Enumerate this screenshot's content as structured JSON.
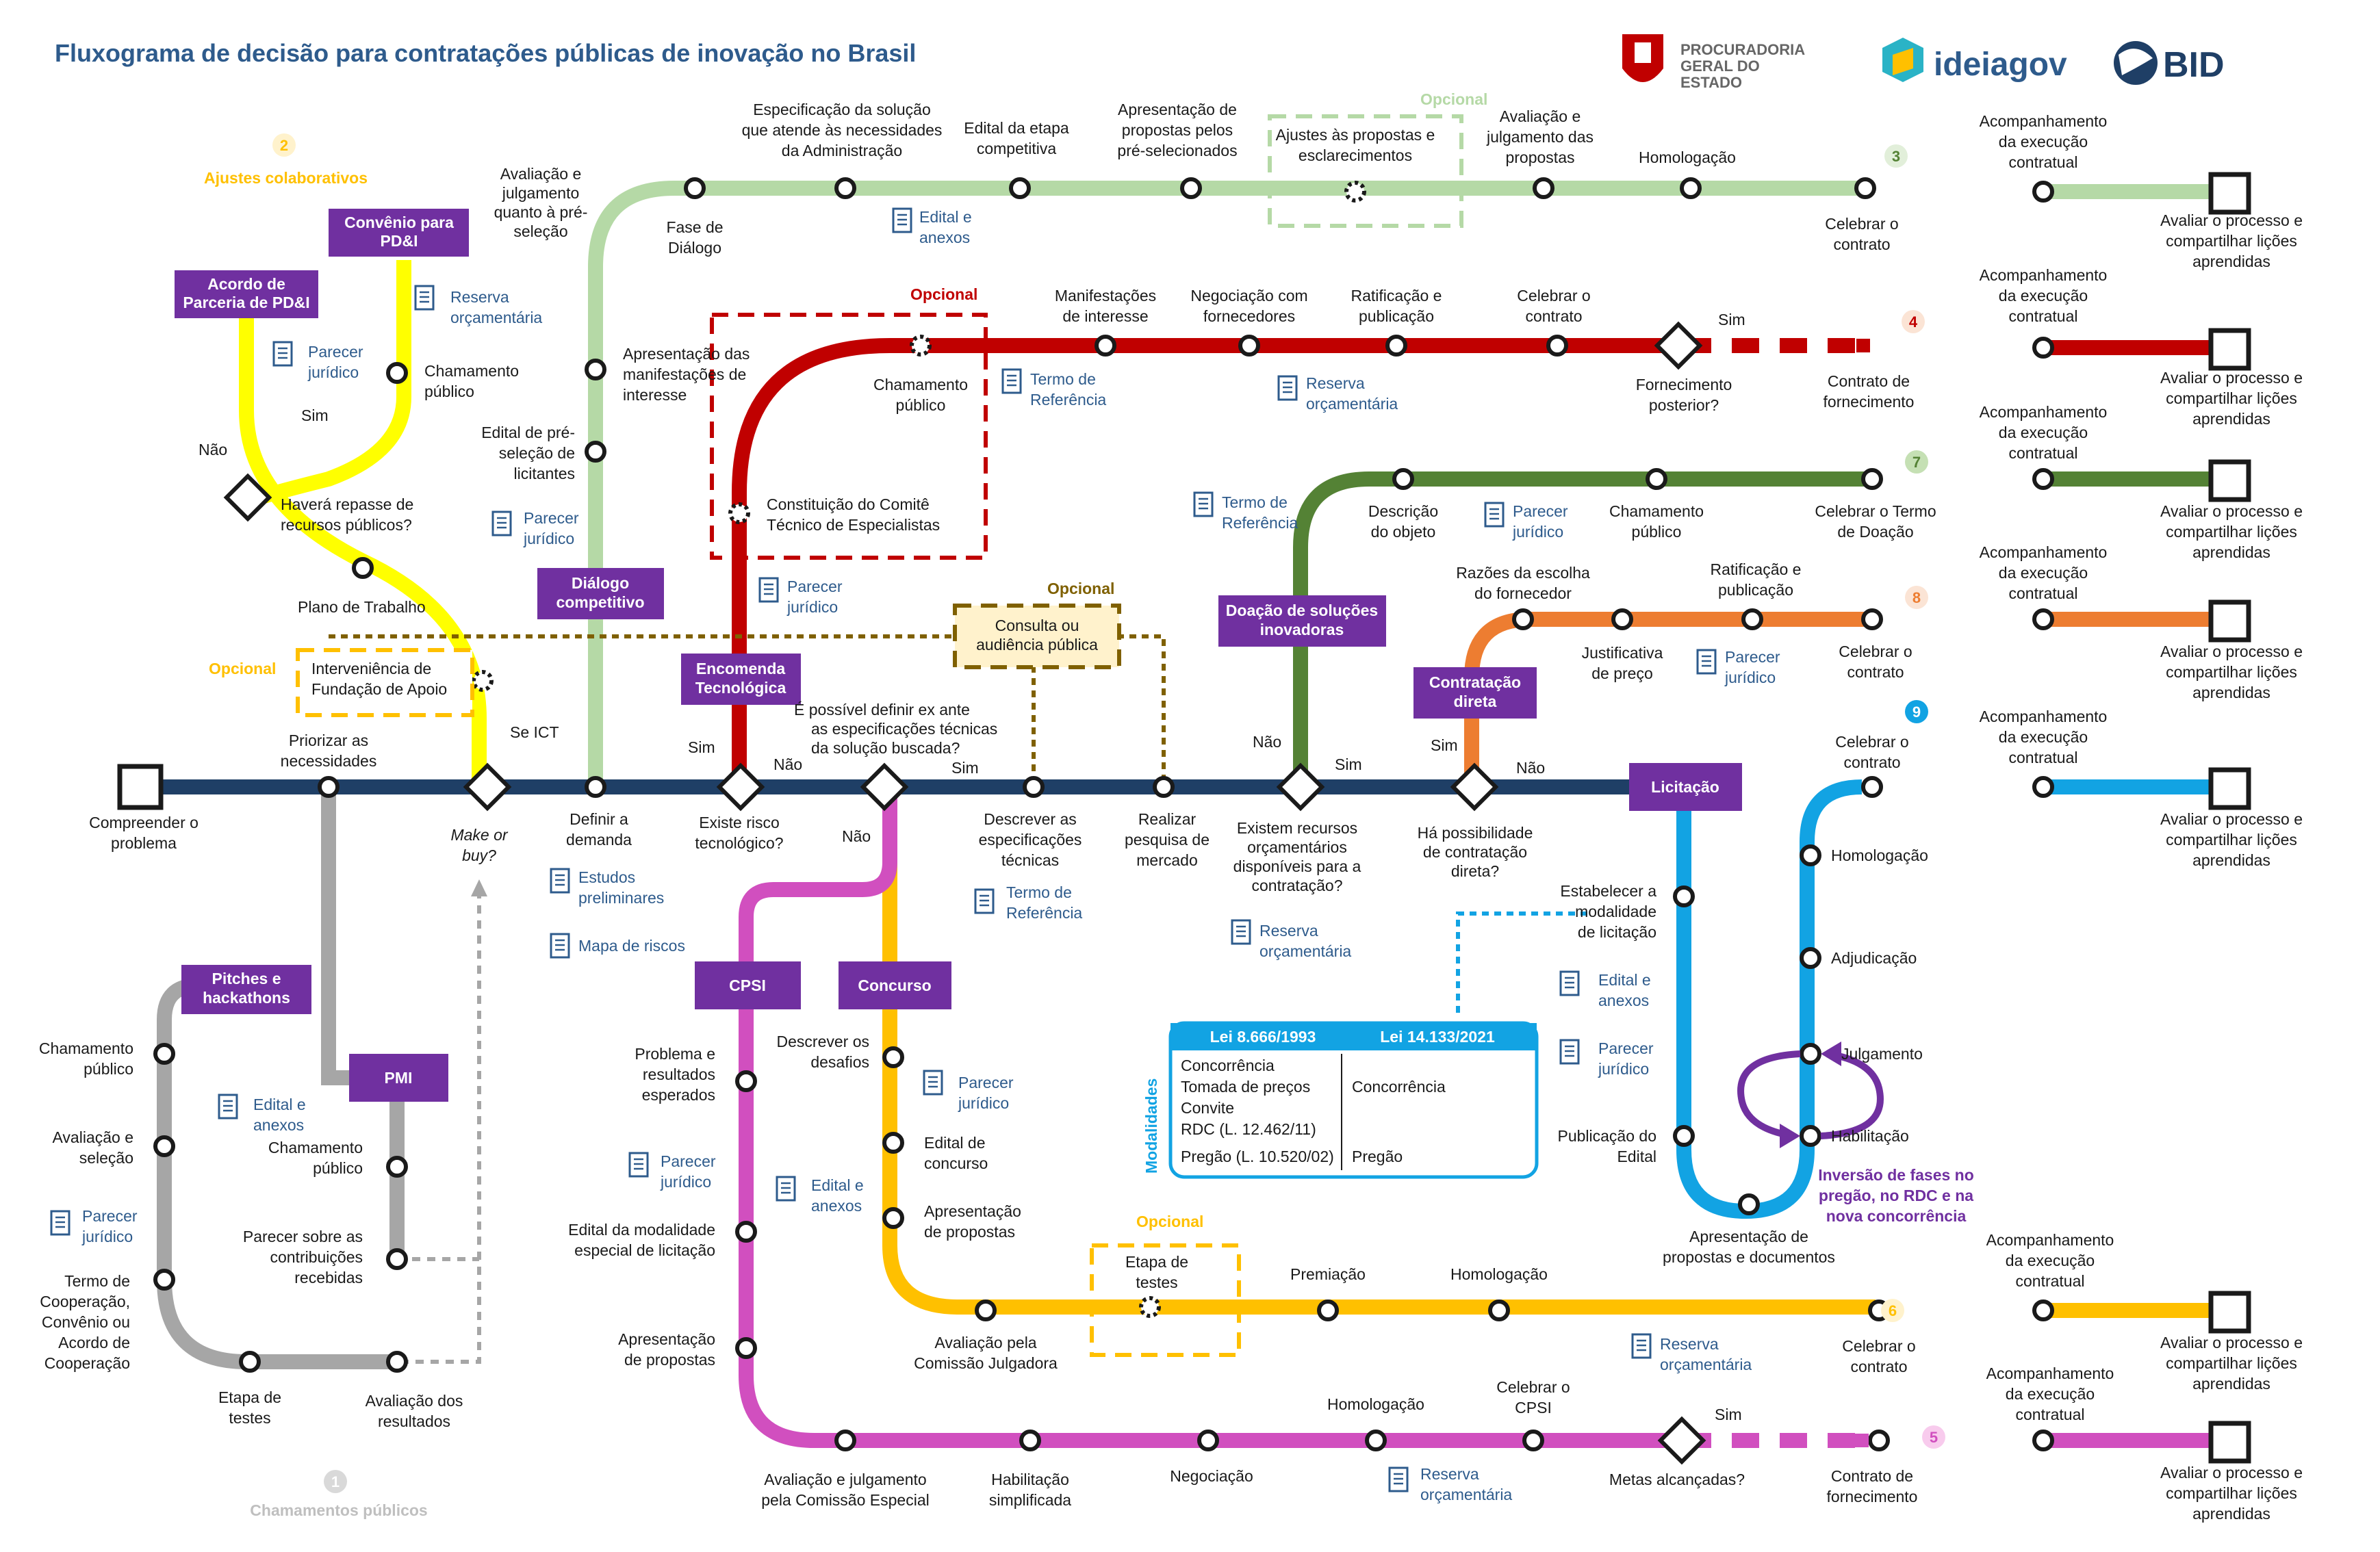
{
  "header": {
    "title": "Fluxograma de decisão para contratações públicas de inovação no Brasil",
    "logo_pge": [
      "PROCURADORIA",
      "GERAL DO",
      "ESTADO"
    ],
    "logo_ideiagov": "ideiagov",
    "logo_bid": "BID"
  },
  "colors": {
    "main": "#1f3f66",
    "green_light": "#b5d9a6",
    "red": "#c00000",
    "green_dark": "#548235",
    "orange": "#ed7d31",
    "blue": "#12a3e3",
    "yellow": "#ffc000",
    "magenta": "#d14fbf",
    "gray": "#a6a6a6",
    "bright_yellow": "#ffff00",
    "purple": "#7030a0",
    "doc_blue": "#2e5b8c"
  },
  "main_line": {
    "start": [
      "Compreender o",
      "problema"
    ],
    "prioritize": [
      "Priorizar as",
      "necessidades"
    ],
    "make_or_buy": [
      "Make or",
      "buy?"
    ],
    "se_ict": "Se ICT",
    "define": [
      "Definir a",
      "demanda"
    ],
    "studies": [
      "Estudos",
      "preliminares"
    ],
    "risk_map": "Mapa de riscos",
    "tech_risk": [
      "Existe risco",
      "tecnológico?"
    ],
    "sim": "Sim",
    "nao": "Não",
    "spec_question": [
      "É possível definir ex ante",
      "as especificações técnicas",
      "da solução buscada?"
    ],
    "describe_specs": [
      "Descrever as",
      "especificações",
      "técnicas"
    ],
    "term_ref": [
      "Termo de",
      "Referência"
    ],
    "market_research": [
      "Realizar",
      "pesquisa de",
      "mercado"
    ],
    "budget_question": [
      "Existem recursos",
      "orçamentários",
      "disponíveis para a",
      "contratação?"
    ],
    "budget_reserve": [
      "Reserva",
      "orçamentária"
    ],
    "direct_question": [
      "Há possibilidade",
      "de contratação",
      "direta?"
    ]
  },
  "boxes": {
    "acordo": [
      "Acordo de",
      "Parceria de PD&I"
    ],
    "convenio": [
      "Convênio para",
      "PD&I"
    ],
    "dialogo": [
      "Diálogo",
      "competitivo"
    ],
    "encomenda": [
      "Encomenda",
      "Tecnológica"
    ],
    "doacao": [
      "Doação de soluções",
      "inovadoras"
    ],
    "contratacao_direta": [
      "Contratação",
      "direta"
    ],
    "licitacao": "Licitação",
    "pitches": [
      "Pitches e",
      "hackathons"
    ],
    "pmi": "PMI",
    "cpsi": "CPSI",
    "concurso": "Concurso"
  },
  "yellow_branch": {
    "num": "2",
    "label": "Ajustes colaborativos",
    "question": [
      "Haverá repasse de",
      "recursos públicos?"
    ],
    "nao": "Não",
    "sim": "Sim",
    "parecer": [
      "Parecer",
      "jurídico"
    ],
    "reserva": [
      "Reserva",
      "orçamentária"
    ],
    "chamamento": [
      "Chamamento",
      "público"
    ],
    "plano": "Plano de Trabalho",
    "opcional": "Opcional",
    "fundacao": [
      "Interveniência de",
      "Fundação de Apoio"
    ]
  },
  "line3": {
    "num": "3",
    "avaliacao_pre": [
      "Avaliação e",
      "julgamento",
      "quanto à pré-",
      "seleção"
    ],
    "spec": [
      "Especificação da solução",
      "que atende às necessidades",
      "da Administração"
    ],
    "fase_dialogo": [
      "Fase de",
      "Diálogo"
    ],
    "edital_etapa": [
      "Edital da etapa",
      "competitiva"
    ],
    "edital_anexos": [
      "Edital e",
      "anexos"
    ],
    "apresentacao": [
      "Apresentação de",
      "propostas pelos",
      "pré-selecionados"
    ],
    "opcional": "Opcional",
    "ajustes": [
      "Ajustes às propostas e",
      "esclarecimentos"
    ],
    "avaliacao": [
      "Avaliação e",
      "julgamento das",
      "propostas"
    ],
    "homologacao": "Homologação",
    "celebrar": [
      "Celebrar o",
      "contrato"
    ],
    "manifestacoes": [
      "Apresentação das",
      "manifestações de",
      "interesse"
    ],
    "edital_pre": [
      "Edital de pré-",
      "seleção de",
      "licitantes"
    ],
    "parecer": [
      "Parecer",
      "jurídico"
    ]
  },
  "line4": {
    "num": "4",
    "opcional": "Opcional",
    "chamamento": [
      "Chamamento",
      "público"
    ],
    "comite": [
      "Constituição do Comitê",
      "Técnico de Especialistas"
    ],
    "parecer": [
      "Parecer",
      "jurídico"
    ],
    "termo": [
      "Termo de",
      "Referência"
    ],
    "manifestacoes": [
      "Manifestações",
      "de interesse"
    ],
    "negociacao": [
      "Negociação com",
      "fornecedores"
    ],
    "reserva": [
      "Reserva",
      "orçamentária"
    ],
    "ratificacao": [
      "Ratificação e",
      "publicação"
    ],
    "celebrar": [
      "Celebrar o",
      "contrato"
    ],
    "fornecimento_q": [
      "Fornecimento",
      "posterior?"
    ],
    "sim": "Sim",
    "contrato_forn": [
      "Contrato de",
      "fornecimento"
    ]
  },
  "consulta": {
    "opcional": "Opcional",
    "label": [
      "Consulta ou",
      "audiência pública"
    ]
  },
  "line7": {
    "num": "7",
    "termo": [
      "Termo de",
      "Referência"
    ],
    "descricao": [
      "Descrição",
      "do objeto"
    ],
    "parecer": [
      "Parecer",
      "jurídico"
    ],
    "chamamento": [
      "Chamamento",
      "público"
    ],
    "celebrar": [
      "Celebrar o Termo",
      "de Doação"
    ]
  },
  "line8": {
    "num": "8",
    "razoes": [
      "Razões da escolha",
      "do fornecedor"
    ],
    "justificativa": [
      "Justificativa",
      "de preço"
    ],
    "ratificacao": [
      "Ratificação e",
      "publicação"
    ],
    "parecer": [
      "Parecer",
      "jurídico"
    ],
    "celebrar": [
      "Celebrar o",
      "contrato"
    ]
  },
  "line9": {
    "num": "9",
    "celebrar": [
      "Celebrar o",
      "contrato"
    ],
    "estabelecer": [
      "Estabelecer a",
      "modalidade",
      "de licitação"
    ],
    "edital": [
      "Edital e",
      "anexos"
    ],
    "parecer": [
      "Parecer",
      "jurídico"
    ],
    "publicacao": [
      "Publicação do",
      "Edital"
    ],
    "apresentacao": [
      "Apresentação de",
      "propostas e documentos"
    ],
    "homologacao": "Homologação",
    "adjudicacao": "Adjudicação",
    "julgamento": "Julgamento",
    "habilitacao": "Habilitação",
    "inversao": [
      "Inversão de fases no",
      "pregão, no RDC e na",
      "nova concorrência"
    ]
  },
  "modalidades": {
    "side": "Modalidades",
    "col1_head": "Lei 8.666/1993",
    "col2_head": "Lei 14.133/2021",
    "col1": [
      "Concorrência",
      "Tomada de preços",
      "Convite",
      "RDC (L. 12.462/11)",
      "Pregão (L. 10.520/02)"
    ],
    "col2": [
      "Concorrência",
      "Pregão"
    ]
  },
  "line6": {
    "num": "6",
    "descrever": [
      "Descrever os",
      "desafios"
    ],
    "parecer": [
      "Parecer",
      "jurídico"
    ],
    "edital_concurso": [
      "Edital de",
      "concurso"
    ],
    "apresentacao": [
      "Apresentação",
      "de propostas"
    ],
    "avaliacao": [
      "Avaliação pela",
      "Comissão Julgadora"
    ],
    "opcional": "Opcional",
    "etapa_testes": [
      "Etapa de",
      "testes"
    ],
    "premiacao": "Premiação",
    "homologacao": "Homologação",
    "reserva": [
      "Reserva",
      "orçamentária"
    ],
    "celebrar": [
      "Celebrar o",
      "contrato"
    ]
  },
  "line5": {
    "num": "5",
    "problema": [
      "Problema e",
      "resultados",
      "esperados"
    ],
    "parecer": [
      "Parecer",
      "jurídico"
    ],
    "edital": [
      "Edital e",
      "anexos"
    ],
    "edital_modalidade": [
      "Edital da modalidade",
      "especial de  licitação"
    ],
    "apresentacao": [
      "Apresentação",
      "de propostas"
    ],
    "avaliacao": [
      "Avaliação e julgamento",
      "pela Comissão Especial"
    ],
    "habilitacao": [
      "Habilitação",
      "simplificada"
    ],
    "negociacao": "Negociação",
    "homologacao": "Homologação",
    "celebrar": [
      "Celebrar o",
      "CPSI"
    ],
    "reserva": [
      "Reserva",
      "orçamentária"
    ],
    "metas": "Metas alcançadas?",
    "sim": "Sim",
    "contrato_forn": [
      "Contrato de",
      "fornecimento"
    ]
  },
  "line1": {
    "num": "1",
    "label": "Chamamentos públicos",
    "chamamento": [
      "Chamamento",
      "público"
    ],
    "avaliacao": [
      "Avaliação e",
      "seleção"
    ],
    "parecer": [
      "Parecer",
      "jurídico"
    ],
    "termo": [
      "Termo de",
      "Cooperação,",
      "Convênio ou",
      "Acordo de",
      "Cooperação"
    ],
    "etapa": [
      "Etapa de",
      "testes"
    ],
    "avaliacao_res": [
      "Avaliação dos",
      "resultados"
    ],
    "edital": [
      "Edital e",
      "anexos"
    ],
    "chamamento_pmi": [
      "Chamamento",
      "público"
    ],
    "parecer_contrib": [
      "Parecer sobre as",
      "contribuições",
      "recebidas"
    ]
  },
  "final": {
    "acomp": [
      "Acompanhamento",
      "da execução",
      "contratual"
    ],
    "avaliar": [
      "Avaliar o processo e",
      "compartilhar lições",
      "aprendidas"
    ]
  }
}
